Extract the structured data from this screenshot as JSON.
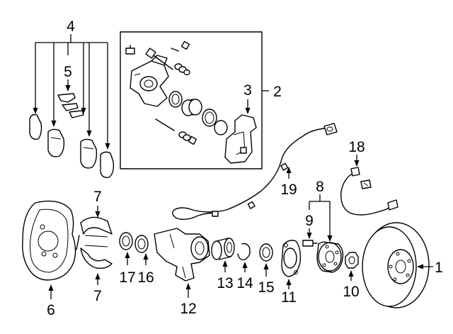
{
  "callouts": {
    "c1": "1",
    "c2": "2",
    "c3": "3",
    "c4": "4",
    "c5": "5",
    "c6": "6",
    "c7a": "7",
    "c7b": "7",
    "c8": "8",
    "c9": "9",
    "c10": "10",
    "c11": "11",
    "c12": "12",
    "c13": "13",
    "c14": "14",
    "c15": "15",
    "c16": "16",
    "c17": "17",
    "c18": "18",
    "c19": "19"
  }
}
